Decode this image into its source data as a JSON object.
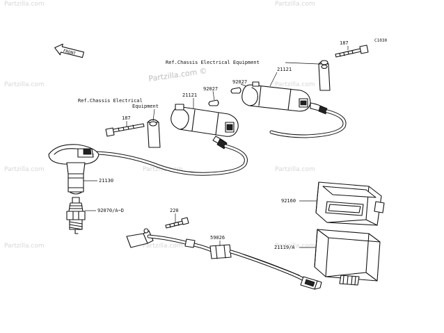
{
  "diagram": {
    "code": "C1030",
    "front_label": "FRONT",
    "watermark": "Partzilla.com",
    "watermark_center": "Partzilla.com ©",
    "labels": {
      "ref_chassis_top": "Ref.Chassis Electrical Equipment",
      "ref_chassis_left_1": "Ref.Chassis Electrical",
      "ref_chassis_left_2": "Equipment",
      "p187_top": "187",
      "p187_left": "187",
      "p21121_top": "21121",
      "p21121_left": "21121",
      "p92027_top": "92027",
      "p92027_left": "92027",
      "p21130": "21130",
      "p92070": "92070/A~D",
      "p220": "220",
      "p59026": "59026",
      "p92160": "92160",
      "p21119": "21119/A"
    }
  }
}
